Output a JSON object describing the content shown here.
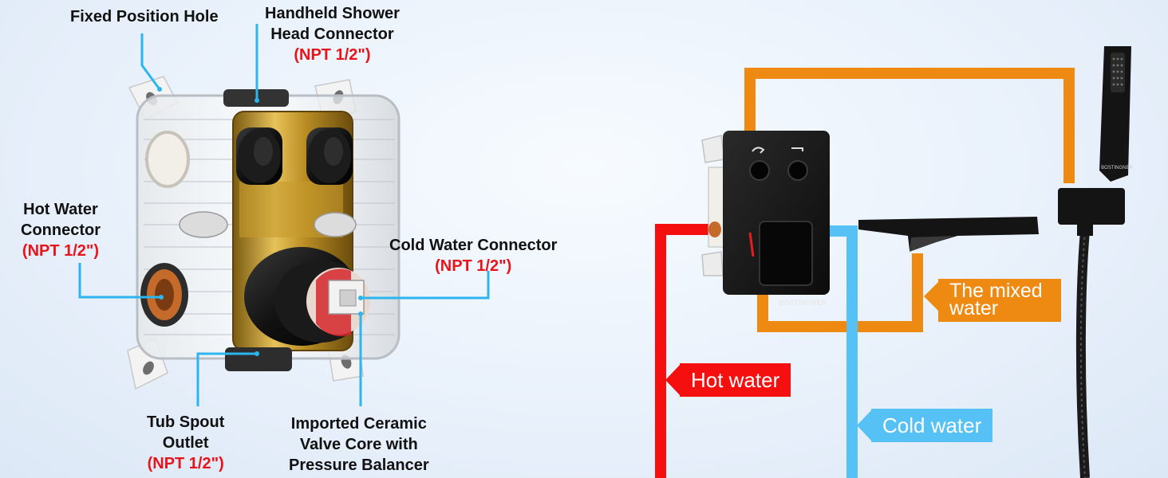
{
  "labels": {
    "fixed_hole": "Fixed Position Hole",
    "handheld": {
      "line1": "Handheld Shower",
      "line2": "Head Connector",
      "spec": "(NPT 1/2\")"
    },
    "hot_connector": {
      "line1": "Hot Water",
      "line2": "Connector",
      "spec": "(NPT 1/2\")"
    },
    "cold_connector": {
      "line1": "Cold Water Connector",
      "spec": "(NPT 1/2\")"
    },
    "tub_spout": {
      "line1": "Tub Spout",
      "line2": "Outlet",
      "spec": "(NPT 1/2\")"
    },
    "valve_core": {
      "line1": "Imported Ceramic",
      "line2": "Valve Core with",
      "line3": "Pressure Balancer"
    }
  },
  "flow_tags": {
    "mixed": {
      "line1": "The mixed",
      "line2": "water"
    },
    "hot": "Hot water",
    "cold": "Cold water"
  },
  "brand": "BOSTINGNER",
  "colors": {
    "hot": "#f50f0f",
    "cold": "#55c1f5",
    "mixed": "#ee8a12",
    "leader": "#2cb5ee",
    "spec_red": "#e8141b"
  }
}
